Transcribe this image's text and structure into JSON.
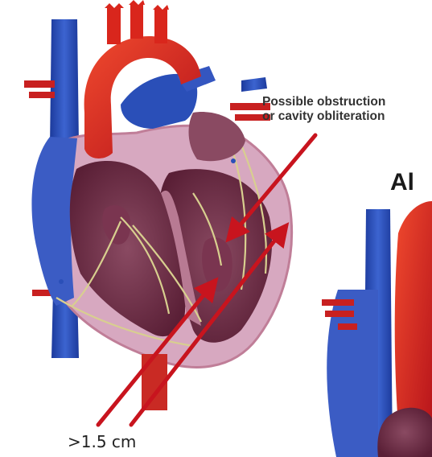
{
  "annotation": {
    "line1": "Possible obstruction",
    "line2": "or cavity obliteration"
  },
  "measurement": ">1.5 cm",
  "partial_heading": "Al",
  "colors": {
    "aorta_red": "#d8241c",
    "vein_blue": "#2a4fb8",
    "myocardium_pink": "#d7a8c0",
    "chamber_maroon": "#6a2a42",
    "arrow_red": "#c8141e",
    "nerve_tan": "#d8cf8f"
  },
  "icons": [
    "heart-illustration",
    "arrow"
  ]
}
